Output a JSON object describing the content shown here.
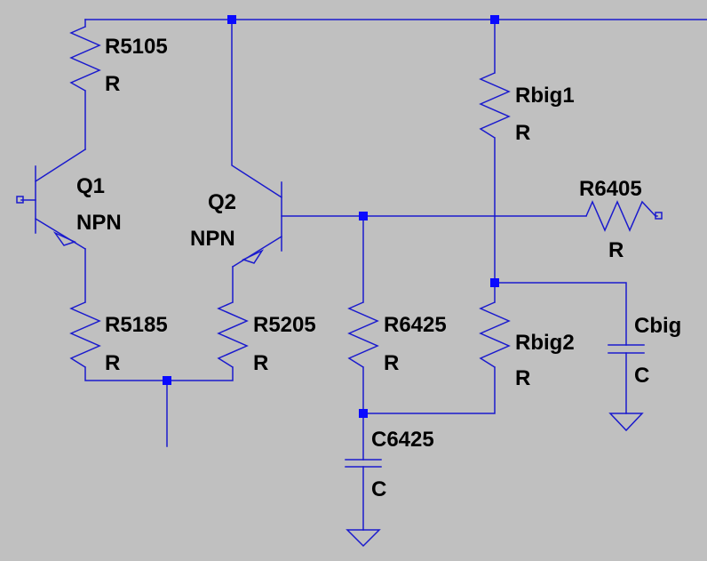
{
  "schematic": {
    "background": "#c0c0c0",
    "wire_color": "#1a1acd",
    "junction_color": "#0a0aff",
    "components": [
      {
        "id": "R5105",
        "name": "R5105",
        "value": "R"
      },
      {
        "id": "Rbig1",
        "name": "Rbig1",
        "value": "R"
      },
      {
        "id": "Q1",
        "name": "Q1",
        "value": "NPN"
      },
      {
        "id": "Q2",
        "name": "Q2",
        "value": "NPN"
      },
      {
        "id": "R6405",
        "name": "R6405",
        "value": "R"
      },
      {
        "id": "R5185",
        "name": "R5185",
        "value": "R"
      },
      {
        "id": "R5205",
        "name": "R5205",
        "value": "R"
      },
      {
        "id": "R6425",
        "name": "R6425",
        "value": "R"
      },
      {
        "id": "Rbig2",
        "name": "Rbig2",
        "value": "R"
      },
      {
        "id": "Cbig",
        "name": "Cbig",
        "value": "C"
      },
      {
        "id": "C6425",
        "name": "C6425",
        "value": "C"
      }
    ]
  }
}
